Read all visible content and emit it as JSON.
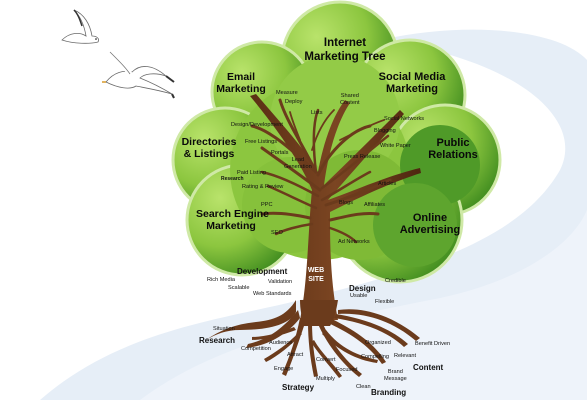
{
  "title": {
    "line1": "Internet",
    "line2": "Marketing Tree"
  },
  "categories": {
    "email": {
      "line1": "Email",
      "line2": "Marketing"
    },
    "social": {
      "line1": "Social Media",
      "line2": "Marketing"
    },
    "directories": {
      "line1": "Directories",
      "line2": "& Listings"
    },
    "pr": {
      "line1": "Public",
      "line2": "Relations"
    },
    "seo": {
      "line1": "Search Engine",
      "line2": "Marketing"
    },
    "online": {
      "line1": "Online",
      "line2": "Advertising"
    }
  },
  "branch_labels": {
    "measure": "Measure",
    "deploy": "Deploy",
    "lists": "Lists",
    "shared_content": {
      "line1": "Shared",
      "line2": "Content"
    },
    "design_dev": "Design/Development",
    "social_networks": "Social Networks",
    "blogging": "Blogging",
    "free_listings": "Free Listings",
    "portals": "Portals",
    "lead_generation": {
      "line1": "Lead",
      "line2": "Generation"
    },
    "press_release": "Press Release",
    "white_paper": "White Paper",
    "paid_listing": "Paid Listing",
    "research": "Research",
    "rating_review": "Rating & Review",
    "articles": "Articles",
    "ppc": "PPC",
    "blogs": "Blogs",
    "affiliates": "Affiliates",
    "seo": "SEO",
    "ad_networks": "Ad Networks"
  },
  "trunk_label": {
    "line1": "WEB",
    "line2": "SITE"
  },
  "root_categories": {
    "development": "Development",
    "design": "Design",
    "research": "Research",
    "strategy": "Strategy",
    "branding": "Branding",
    "content": "Content"
  },
  "root_labels": {
    "rich_media": "Rich Media",
    "scalable": "Scalable",
    "validation": "Validation",
    "web_standards": "Web Standards",
    "credible": "Credible",
    "usable": "Usable",
    "flexible": "Flexible",
    "situation": "Situation",
    "audience": "Audience",
    "competition": "Competition",
    "attract": "Attract",
    "convert": "Convert",
    "engage": "Engage",
    "multiply": "Multiply",
    "focused": "Focused",
    "organized": "Organized",
    "compelling": "Compelling",
    "relevant": "Relevant",
    "benefit_driven": "Benefit Driven",
    "brand_message": {
      "line1": "Brand",
      "line2": "Message"
    },
    "clean": "Clean"
  },
  "colors": {
    "canopy_light": "#a9d85a",
    "canopy_dark": "#3f8a1f",
    "canopy_edge": "#8cc63f",
    "trunk": "#6b3b1c",
    "background_swoosh": "#e6eef7"
  }
}
